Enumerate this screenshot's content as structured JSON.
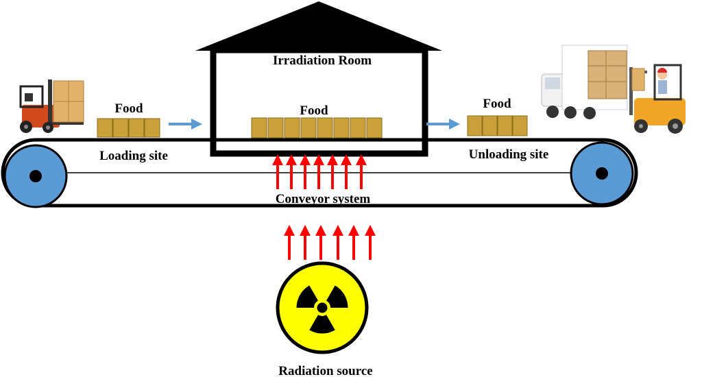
{
  "labels": {
    "room_title": "Irradiation Room",
    "food_loading": "Food",
    "food_room": "Food",
    "food_unloading": "Food",
    "loading_site": "Loading site",
    "unloading_site": "Unloading site",
    "conveyor_system": "Conveyor system",
    "radiation_source": "Radiation source"
  },
  "colors": {
    "box_fill": "#c9a03a",
    "box_stroke": "#8a6d1c",
    "wheel_blue": "#5b9bd5",
    "flow_arrow": "#5b9bd5",
    "radiation_arrow": "#ff0000",
    "hazard_yellow": "#ffff00",
    "outline": "#000000"
  },
  "icons": {
    "loading_vehicle": "forklift-icon",
    "unloading_vehicle": "truck-with-forklift-icon",
    "radiation_symbol": "radiation-trefoil-icon"
  }
}
